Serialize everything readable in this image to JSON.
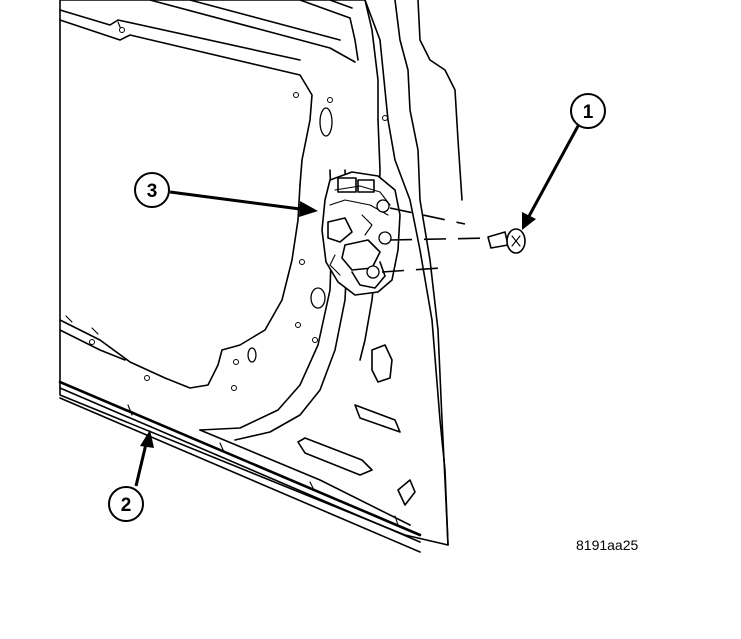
{
  "callouts": [
    {
      "id": "1",
      "label": "1",
      "meaning": ""
    },
    {
      "id": "2",
      "label": "2",
      "meaning": ""
    },
    {
      "id": "3",
      "label": "3",
      "meaning": ""
    }
  ],
  "figure_code": "8191aa25"
}
